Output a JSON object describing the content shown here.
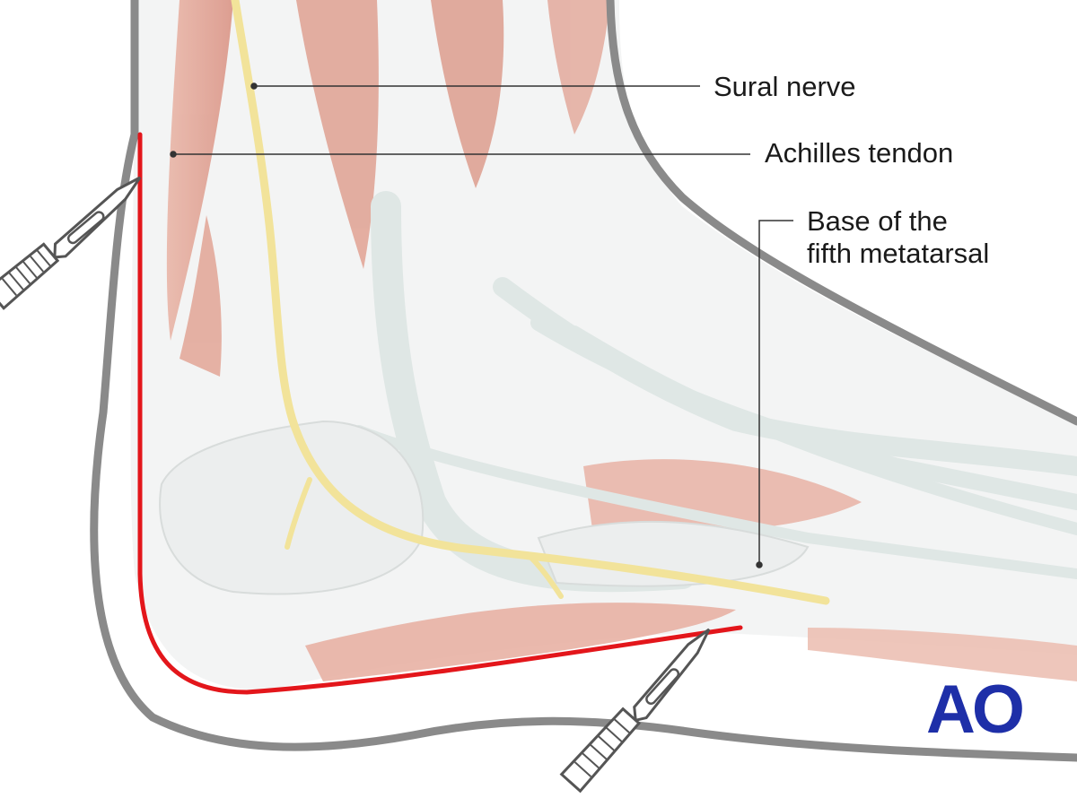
{
  "labels": {
    "sural_nerve": "Sural nerve",
    "achilles_tendon": "Achilles tendon",
    "base_fifth_metatarsal_line1": "Base of the",
    "base_fifth_metatarsal_line2": "fifth metatarsal"
  },
  "logo": "AO",
  "colors": {
    "incision": "#e3161b",
    "nerve": "#f4e59a",
    "muscle": "#e8a898",
    "tendon": "#e4ecea",
    "skin_outline": "#8a8a8a",
    "logo": "#1e2fa8"
  }
}
